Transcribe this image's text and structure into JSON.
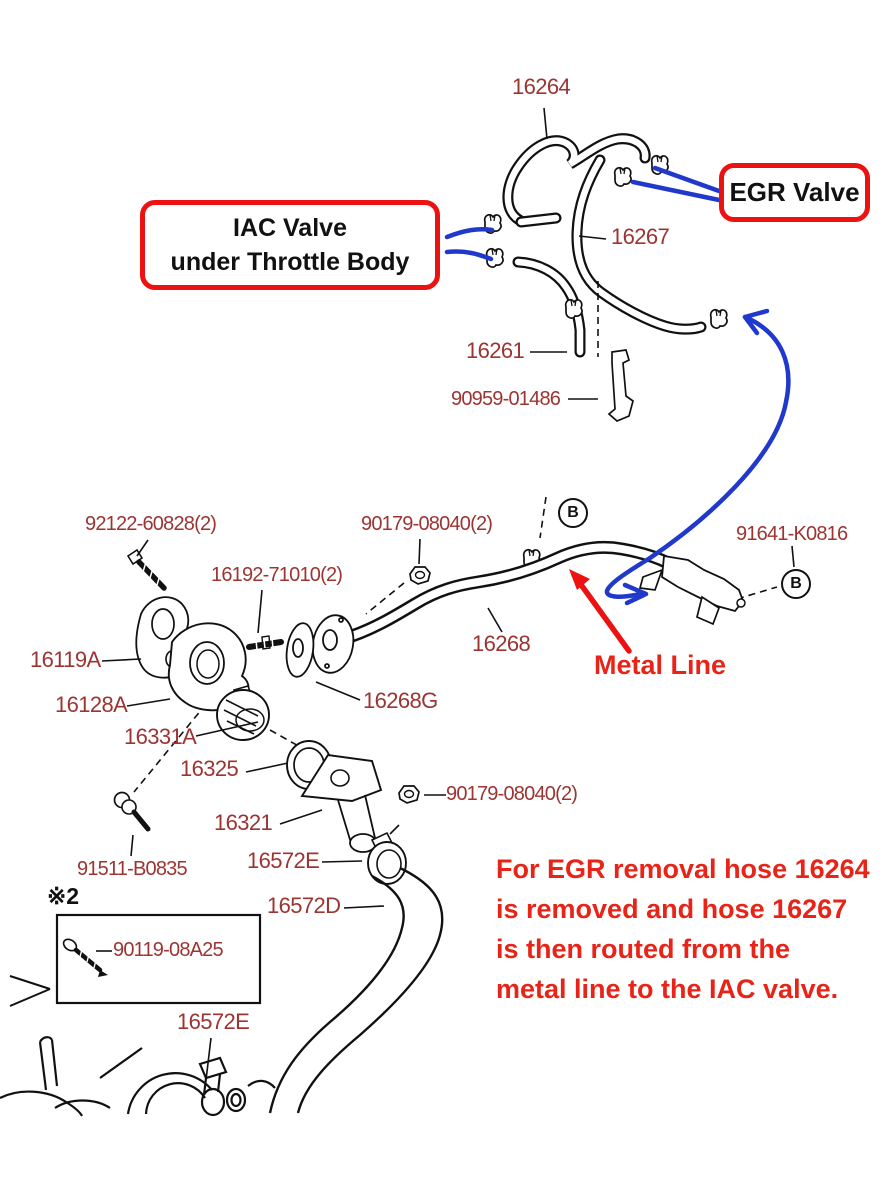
{
  "diagram": {
    "title_context": "engine coolant / EGR hose parts diagram",
    "part_labels": [
      {
        "id": "hose-16264",
        "text": "16264"
      },
      {
        "id": "hose-16267",
        "text": "16267"
      },
      {
        "id": "hose-16261",
        "text": "16261"
      },
      {
        "id": "bracket-90959",
        "text": "90959-01486"
      },
      {
        "id": "bolt-92122",
        "text": "92122-60828(2)"
      },
      {
        "id": "stud-16192",
        "text": "16192-71010(2)"
      },
      {
        "id": "nut-90179-top",
        "text": "90179-08040(2)"
      },
      {
        "id": "clip-91641",
        "text": "91641-K0816"
      },
      {
        "id": "pipe-16268",
        "text": "16268"
      },
      {
        "id": "gasket-16119a",
        "text": "16119A"
      },
      {
        "id": "outlet-16128a",
        "text": "16128A"
      },
      {
        "id": "thermostat-16331a",
        "text": "16331A"
      },
      {
        "id": "oring-16325",
        "text": "16325"
      },
      {
        "id": "gasket-16268g",
        "text": "16268G"
      },
      {
        "id": "housing-16321",
        "text": "16321"
      },
      {
        "id": "nut-90179-bottom",
        "text": "90179-08040(2)"
      },
      {
        "id": "bolt-91511",
        "text": "91511-B0835"
      },
      {
        "id": "clamp-16572e-up",
        "text": "16572E"
      },
      {
        "id": "hose-16572d",
        "text": "16572D"
      },
      {
        "id": "screw-90119",
        "text": "90119-08A25"
      },
      {
        "id": "clamp-16572e-low",
        "text": "16572E"
      }
    ],
    "callouts": {
      "iac_line1": "IAC Valve",
      "iac_line2": "under Throttle Body",
      "egr": "EGR Valve",
      "metal_line": "Metal Line"
    },
    "note": [
      "For EGR removal hose 16264",
      "is removed and hose 16267",
      "is then routed from the",
      "metal line to the IAC valve."
    ],
    "symbols": {
      "circled_b": "B",
      "reference_mark": "※2"
    },
    "colors": {
      "part_label_red": "#9c3432",
      "annotation_red": "#ec1212",
      "note_red": "#e82418",
      "arrow_blue": "#2038cc",
      "line_black": "#111111"
    }
  }
}
